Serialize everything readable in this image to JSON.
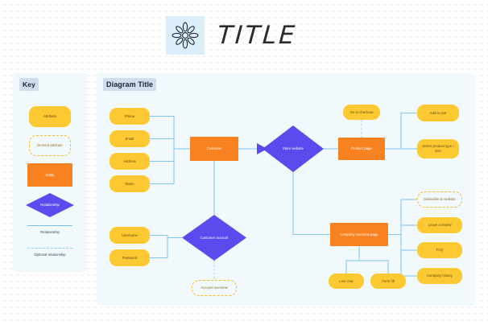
{
  "header": {
    "title": "TITLE",
    "logo_icon": "flower-doodle-icon",
    "logo_tile_color": "#ddeefb"
  },
  "colors": {
    "attribute": "#fcc932",
    "derived_attribute_border": "#f5bb2a",
    "entity": "#f8821f",
    "relationship": "#5b4aee",
    "connector": "#7fc4ef",
    "optional_connector": "#9ad5f7",
    "panel_background": "#f2f9fc",
    "label_badge": "#cfdded"
  },
  "key_panel": {
    "label": "Key",
    "items": [
      {
        "label": "Attribute",
        "shape": "rounded-rect",
        "style": "filled"
      },
      {
        "label": "Derived attribute",
        "shape": "rounded-rect",
        "style": "dashed-outline"
      },
      {
        "label": "Entity",
        "shape": "rect",
        "style": "filled"
      },
      {
        "label": "Relationship",
        "shape": "diamond",
        "style": "filled"
      }
    ],
    "line_keys": [
      {
        "label": "Relationship",
        "line": "solid"
      },
      {
        "label": "Optional relationship",
        "line": "dashed"
      }
    ]
  },
  "diagram_panel": {
    "label": "Diagram Title",
    "nodes": {
      "phone": "Phone",
      "email": "Email",
      "address": "Address",
      "name": "Name",
      "customer": "Customer",
      "store_website": "Store website",
      "product_page": "Product page",
      "go_to_checkout": "Go to checkout",
      "add_to_cart": "Add to cart",
      "select_product_type_size": "Select product type / size",
      "username": "Username",
      "password": "Password",
      "customer_account": "Customer account",
      "account_overview": "Account overview",
      "company_overview_page": "Company overview page",
      "subscribe_to_website": "Subscribe to website",
      "leave_a_review": "Leave a review",
      "faq": "FAQ",
      "company_history": "Company history",
      "live_chat": "Live chat",
      "form_fill": "Form fill"
    }
  }
}
